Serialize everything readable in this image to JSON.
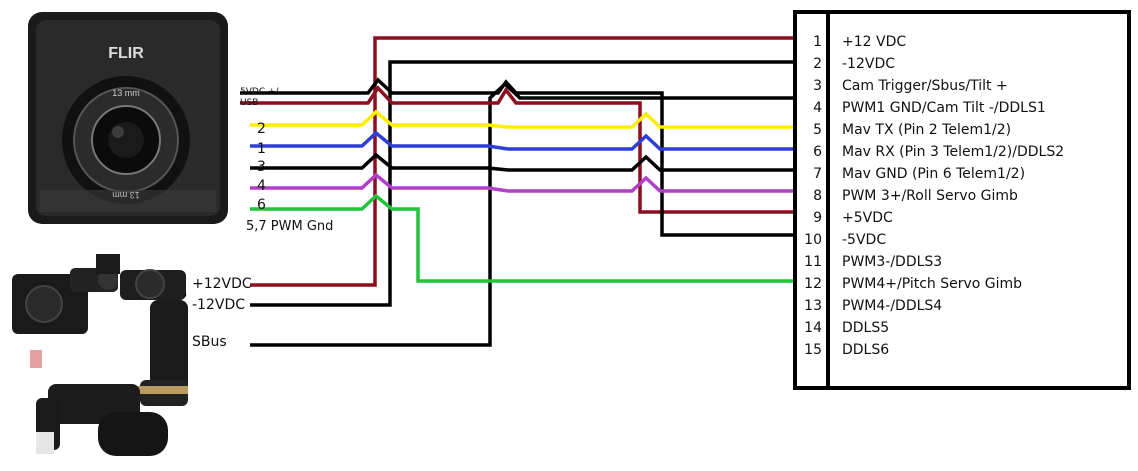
{
  "camera": {
    "brand": "FLIR",
    "lens_text": "13 mm",
    "lens_text_2": "13 mm",
    "labels": {
      "usb_line1": "5VDC +/-",
      "usb_line2": "USB",
      "p2": "2",
      "p1": "1",
      "p3": "3",
      "p4": "4",
      "p6": "6",
      "pwm_gnd": "5,7 PWM Gnd"
    }
  },
  "gimbal_labels": {
    "plus12": "+12VDC",
    "minus12": "-12VDC",
    "tick": "'",
    "sbus": "SBus"
  },
  "connector": {
    "pins": [
      {
        "num": "1",
        "label": "+12 VDC"
      },
      {
        "num": "2",
        "label": "-12VDC"
      },
      {
        "num": "3",
        "label": "Cam Trigger/Sbus/Tilt +"
      },
      {
        "num": "4",
        "label": "PWM1 GND/Cam Tilt -/DDLS1"
      },
      {
        "num": "5",
        "label": "Mav TX (Pin 2 Telem1/2)"
      },
      {
        "num": "6",
        "label": "Mav RX (Pin 3 Telem1/2)/DDLS2"
      },
      {
        "num": "7",
        "label": "Mav GND (Pin 6 Telem1/2)"
      },
      {
        "num": "8",
        "label": "PWM 3+/Roll Servo Gimb"
      },
      {
        "num": "9",
        "label": "+5VDC"
      },
      {
        "num": "10",
        "label": "-5VDC"
      },
      {
        "num": "11",
        "label": "PWM3-/DDLS3"
      },
      {
        "num": "12",
        "label": "PWM4+/Pitch Servo Gimb"
      },
      {
        "num": "13",
        "label": "PWM4-/DDLS4"
      },
      {
        "num": "14",
        "label": "DDLS5"
      },
      {
        "num": "15",
        "label": "DDLS6"
      }
    ]
  },
  "colors": {
    "dark_red": "#8b0f1f",
    "black": "#000000",
    "yellow": "#ffee00",
    "blue": "#2f3fd6",
    "purple": "#b23fc8",
    "green": "#22c43c"
  }
}
